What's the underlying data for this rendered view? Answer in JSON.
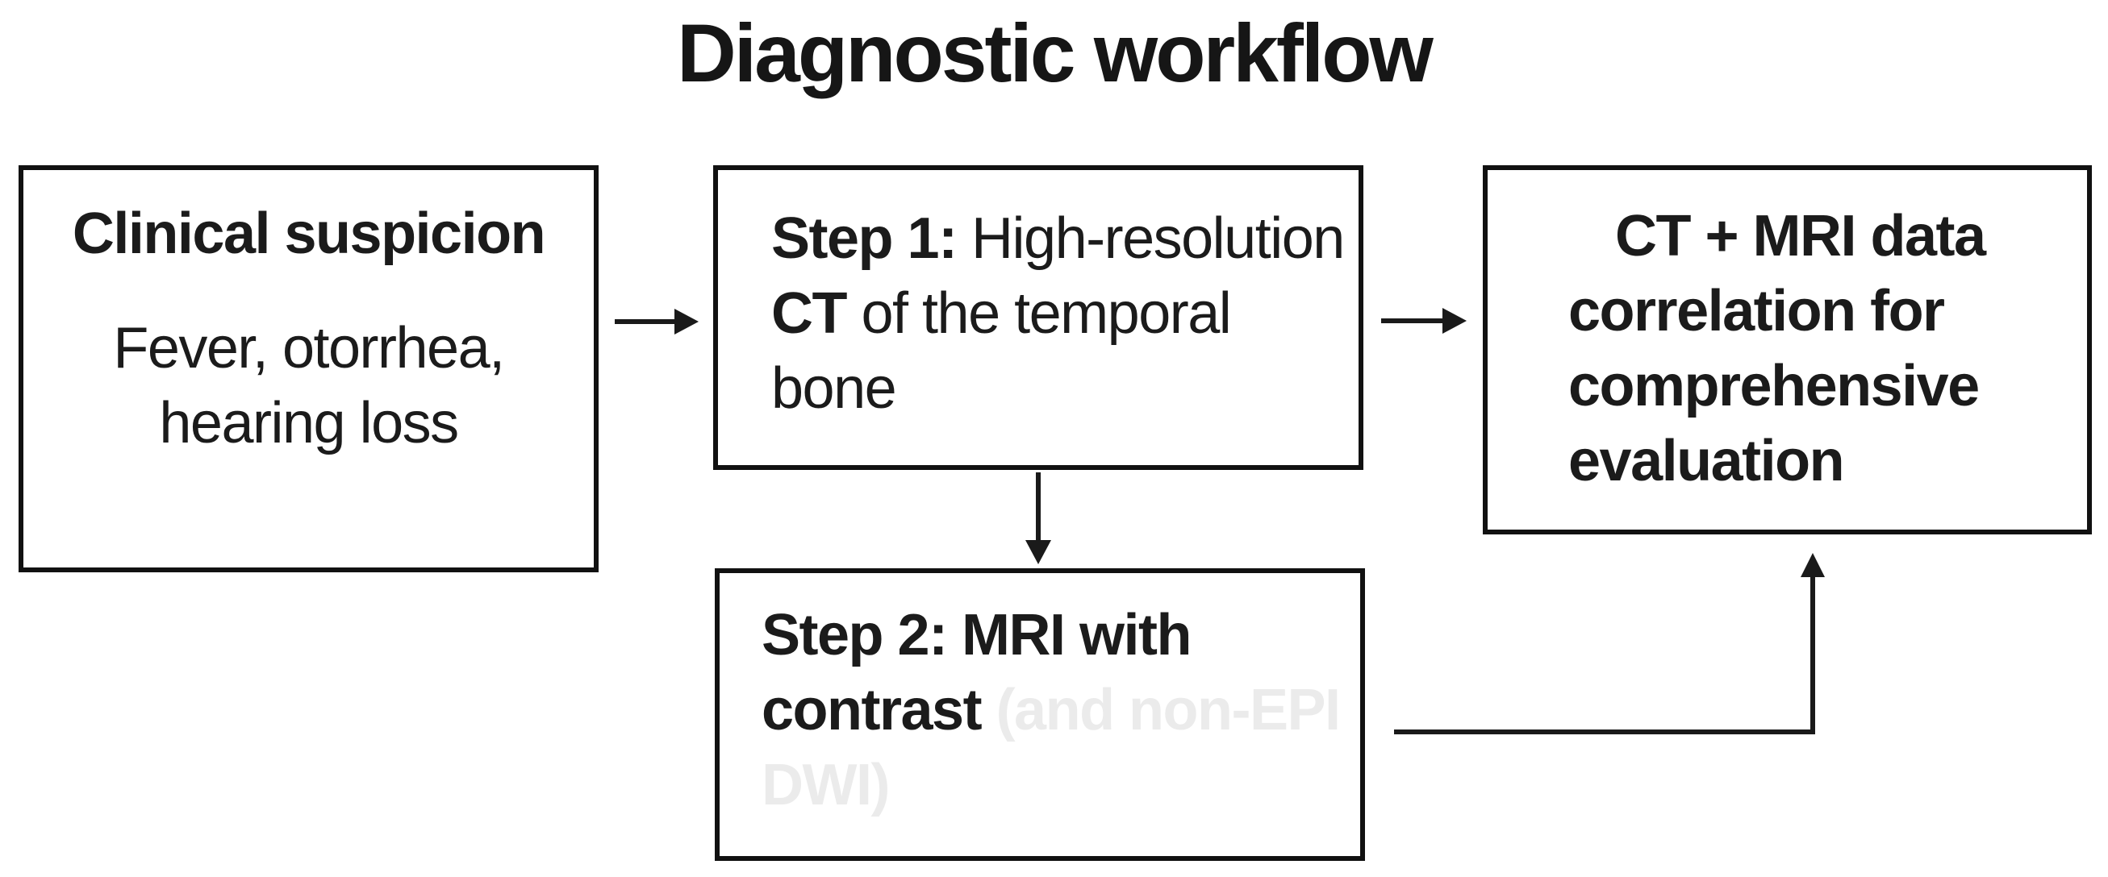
{
  "title": "Diagnostic workflow",
  "colors": {
    "background": "#ffffff",
    "text": "#1a1a1a",
    "box_border": "#111111",
    "arrow": "#1a1a1a",
    "ghost_text": "#ebebeb"
  },
  "boxes": {
    "clinical": {
      "heading": "Clinical suspicion",
      "body_line1": "Fever, otorrhea,",
      "body_line2": "hearing loss"
    },
    "step1": {
      "label": "Step 1:",
      "line1_rest": " High-resolution",
      "line2_bold": "CT",
      "line2_rest": " of the temporal",
      "line3": "bone"
    },
    "step2": {
      "line1": "Step 2: MRI with",
      "line2": "contrast",
      "ghost_inline": " (and non-EPI",
      "ghost_line2": "DWI)"
    },
    "correlation": {
      "line1": "CT + MRI data",
      "line2": "correlation for",
      "line3": "comprehensive",
      "line4": "evaluation"
    }
  },
  "arrows": [
    {
      "name": "clinical-to-step1",
      "direction": "right"
    },
    {
      "name": "step1-to-correlation",
      "direction": "right"
    },
    {
      "name": "step1-to-step2",
      "direction": "down"
    },
    {
      "name": "step2-to-correlation",
      "direction": "right-then-up"
    }
  ]
}
